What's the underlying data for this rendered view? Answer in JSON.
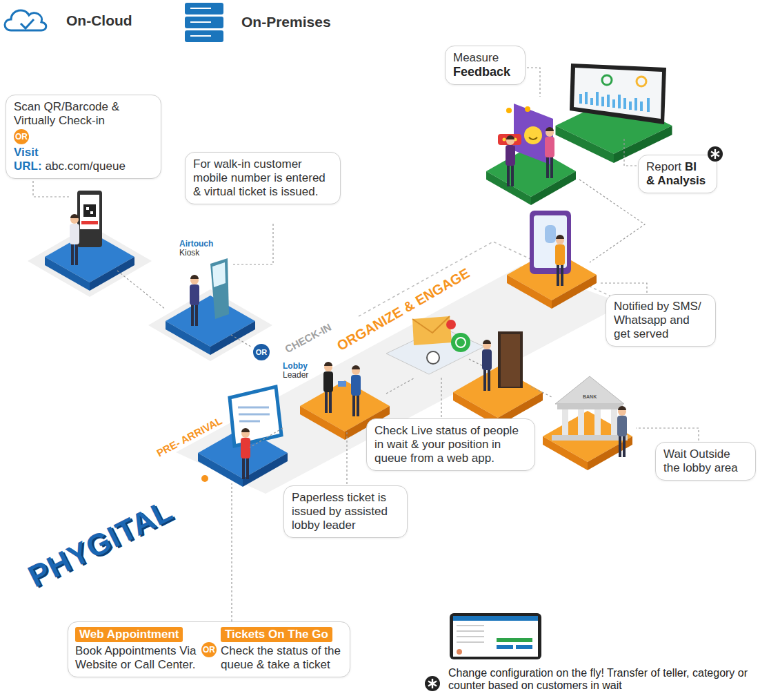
{
  "diagram": {
    "nodes": [
      {
        "text": [
          "Measure",
          "Feedback"
        ]
      },
      {
        "text": [
          "Scan QR/Barcode & Virtually Check-in",
          "OR",
          "Visit URL:",
          "abc.com/queue"
        ]
      },
      {
        "text": [
          "Report",
          "BI",
          "& Analysis"
        ]
      },
      {
        "text": [
          "For walk-in customer mobile number is entered & virtual ticket is issued."
        ]
      },
      {
        "text": [
          "Notified by SMS/ Whatsapp and get served"
        ]
      },
      {
        "text": [
          "OR"
        ]
      },
      {
        "text": [
          "Check Live status of people in wait & your position in queue from a web app."
        ]
      },
      {
        "text": [
          "Wait Outside the lobby area"
        ]
      },
      {
        "text": [
          "Paperless ticket is issued by assisted lobby leader"
        ]
      },
      {
        "text": [
          "Web Appointment",
          "Book Appointments Via Website or Call Center.",
          "OR",
          "Tickets On The Go",
          "Check the status of the queue & take a ticket"
        ]
      }
    ],
    "labels": [
      "On-Cloud",
      "On-Premises",
      "Airtouch",
      "Kiosk",
      "Lobby",
      "Leader",
      "CHECK-IN",
      "ORGANIZE & ENGAGE",
      "PRE- ARRIVAL",
      "PHYGITAL",
      "BANK",
      "Change configuration on the fly! Transfer of teller, category or counter based on customers in wait"
    ]
  }
}
